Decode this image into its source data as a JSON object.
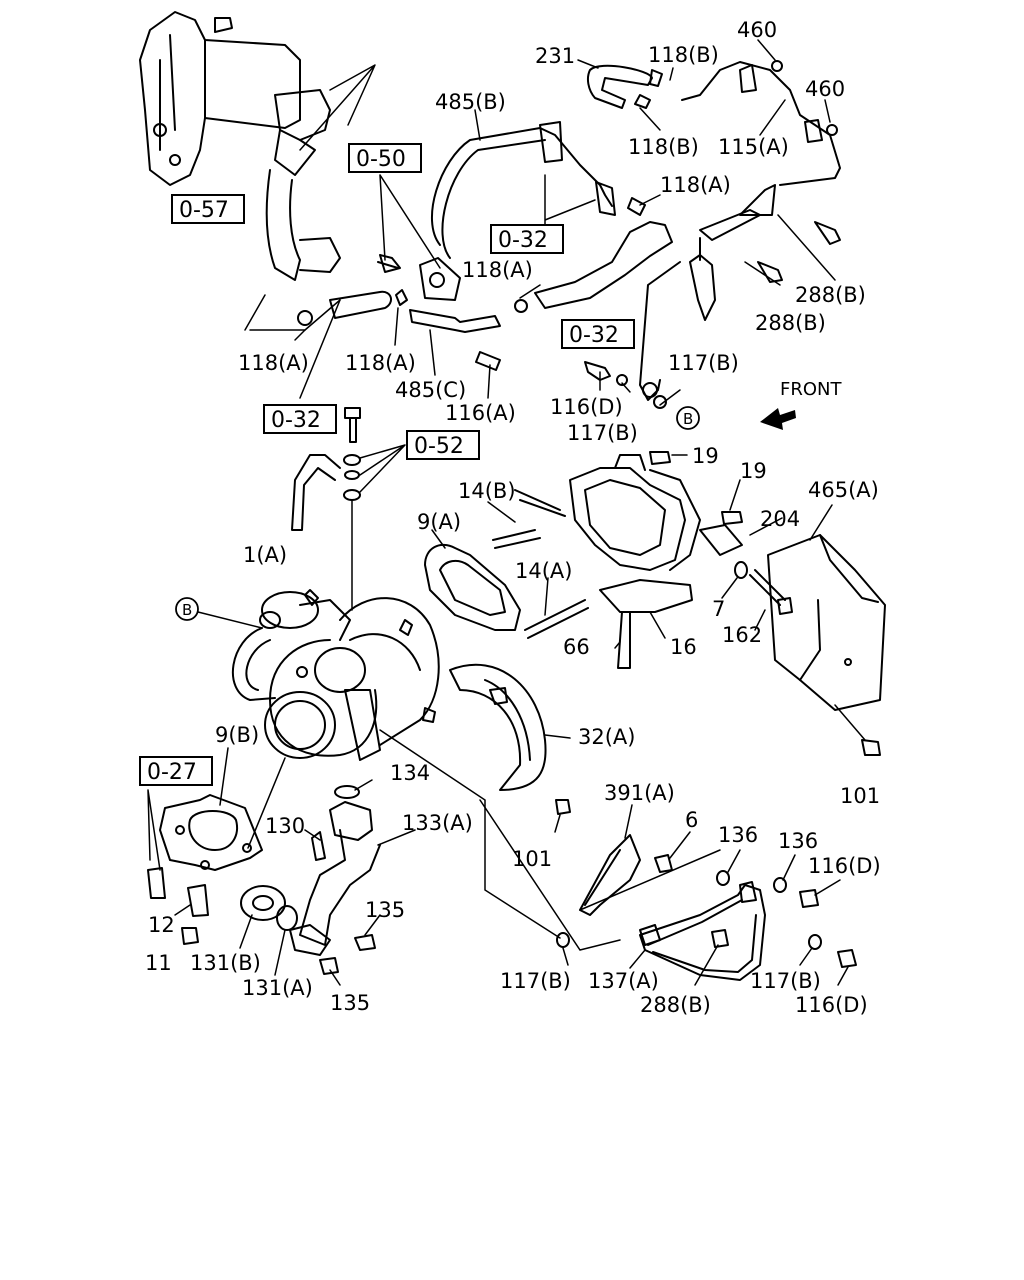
{
  "labels": {
    "p460a": "460",
    "p460b": "460",
    "p231": "231",
    "p118b_top": "118(B)",
    "p118b_mid": "118(B)",
    "p115a": "115(A)",
    "p485b": "485(B)",
    "p118a_top": "118(A)",
    "p118a_mid": "118(A)",
    "p288b_a": "288(B)",
    "p288b_b": "288(B)",
    "p118a_l1": "118(A)",
    "p118a_l2": "118(A)",
    "p485c": "485(C)",
    "p116a": "116(A)",
    "p116d_top": "116(D)",
    "p117b_top": "117(B)",
    "p117b_top2": "117(B)",
    "p19a": "19",
    "p19b": "19",
    "p14b": "14(B)",
    "p9a": "9(A)",
    "p465a": "465(A)",
    "p204": "204",
    "p1a": "1(A)",
    "p14a": "14(A)",
    "p7": "7",
    "p162": "162",
    "p66": "66",
    "p16": "16",
    "p9b": "9(B)",
    "p32a": "32(A)",
    "p134": "134",
    "p101a": "101",
    "p101b": "101",
    "p391a": "391(A)",
    "p6": "6",
    "p136a": "136",
    "p136b": "136",
    "p130": "130",
    "p133a": "133(A)",
    "p116d_bot": "116(D)",
    "p135a": "135",
    "p12": "12",
    "p11": "11",
    "p131b": "131(B)",
    "p131a": "131(A)",
    "p135b": "135",
    "p117b_bot1": "117(B)",
    "p137a": "137(A)",
    "p288b_c": "288(B)",
    "p117b_bot2": "117(B)",
    "p116d_bot2": "116(D)"
  },
  "refs": {
    "r057": "0-57",
    "r050": "0-50",
    "r032a": "0-32",
    "r032b": "0-32",
    "r032c": "0-32",
    "r052": "0-52",
    "r027": "0-27"
  },
  "markers": {
    "b1": "B",
    "b2": "B"
  },
  "front_label": "FRONT"
}
